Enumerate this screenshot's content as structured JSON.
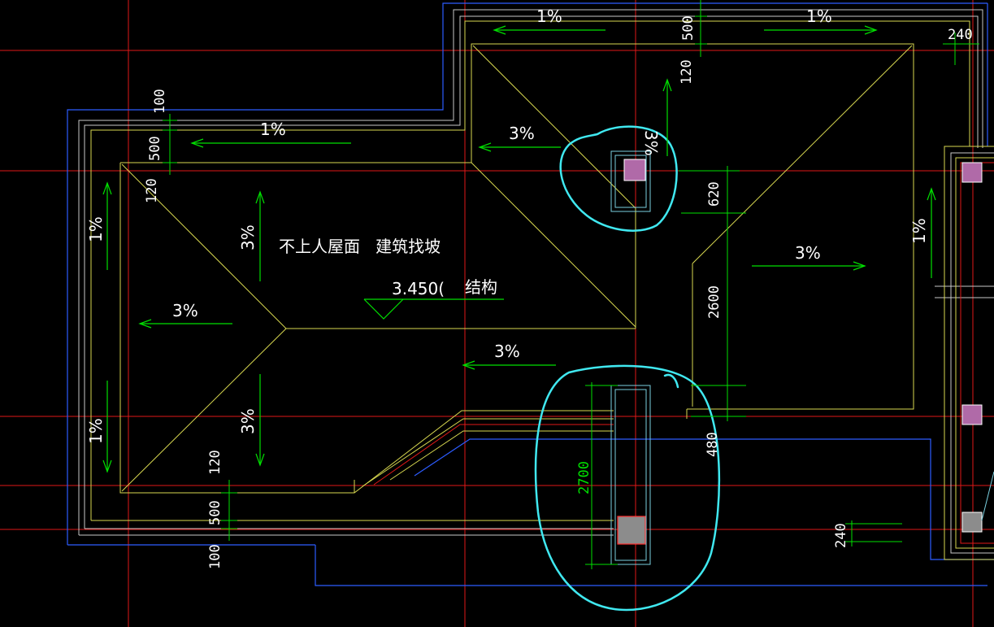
{
  "colors": {
    "background": "#000000",
    "grid_axis": "#e01818",
    "outline": "#d8d850",
    "slope": "#00e000",
    "dimension": "#00e000",
    "text": "#ffffff",
    "column_fill": "#b06aa8",
    "markup": "#40e8f0",
    "wall_blue": "#2c5cff"
  },
  "roof": {
    "title": "不上人屋面   建筑找坡",
    "elevation": "3.450(",
    "elevation_note": "结构"
  },
  "slopes": {
    "top_left": "1%",
    "top_right": "1%",
    "upper_left": "1%",
    "upper_center": "3%",
    "right_tag": "3%",
    "left_vertical_top": "1%",
    "left_vertical_bottom": "1%",
    "inner_vertical_top": "3%",
    "inner_vertical_bottom": "3%",
    "left_mid": "3%",
    "center_low": "3%",
    "right_mid": "3%",
    "far_right_vertical": "1%"
  },
  "dimensions": {
    "top_500": "500",
    "top_right_240": "240",
    "top_120": "120",
    "left_100": "100",
    "left_500": "500",
    "left_120": "120",
    "right_620": "620",
    "right_2600": "2600",
    "bottom_480": "480",
    "bottom_2700": "2700",
    "bottom_120": "120",
    "bottom_500": "500",
    "bottom_100": "100",
    "bottom_right_240": "240"
  }
}
